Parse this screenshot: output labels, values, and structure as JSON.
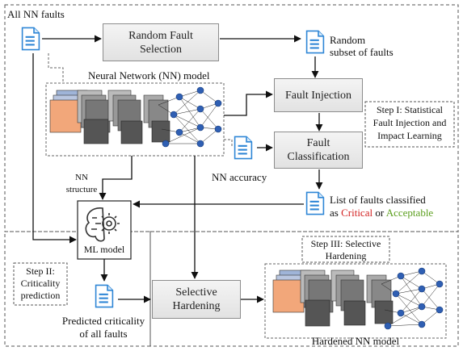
{
  "labels": {
    "all_nn_faults": "All NN faults",
    "random_fault_selection": "Random Fault Selection",
    "random_subset_line1": "Random",
    "random_subset_line2": "subset of faults",
    "nn_model": "Neural Network (NN) model",
    "fault_injection": "Fault Injection",
    "fault_classification_line1": "Fault",
    "fault_classification_line2": "Classification",
    "step1_line1": "Step I: Statistical",
    "step1_line2": "Fault Injection and",
    "step1_line3": "Impact Learning",
    "nn_accuracy": "NN accuracy",
    "nn_structure_line1": "NN",
    "nn_structure_line2": "structure",
    "faults_classified_line1": "List of faults classified",
    "faults_classified_as": "as",
    "critical": "Critical",
    "or": "or",
    "acceptable": "Acceptable",
    "ml_model": "ML model",
    "step2_line1": "Step II:",
    "step2_line2": "Criticality",
    "step2_line3": "prediction",
    "selective_hardening_line1": "Selective",
    "selective_hardening_line2": "Hardening",
    "step3_line1": "Step III: Selective",
    "step3_line2": "Hardening",
    "predicted_line1": "Predicted criticality",
    "predicted_line2": "of all faults",
    "hardened_nn_model": "Hardened NN model"
  },
  "colors": {
    "doc_icon": "#2e86d6",
    "node": "#2f5fb3",
    "critical": "#d21f1f",
    "acceptable": "#5a9e1c",
    "input_layer": "#f2a77a",
    "layer_dark": "#555555"
  },
  "icons": {
    "document": "document-icon",
    "brain": "brain-gear-icon"
  }
}
